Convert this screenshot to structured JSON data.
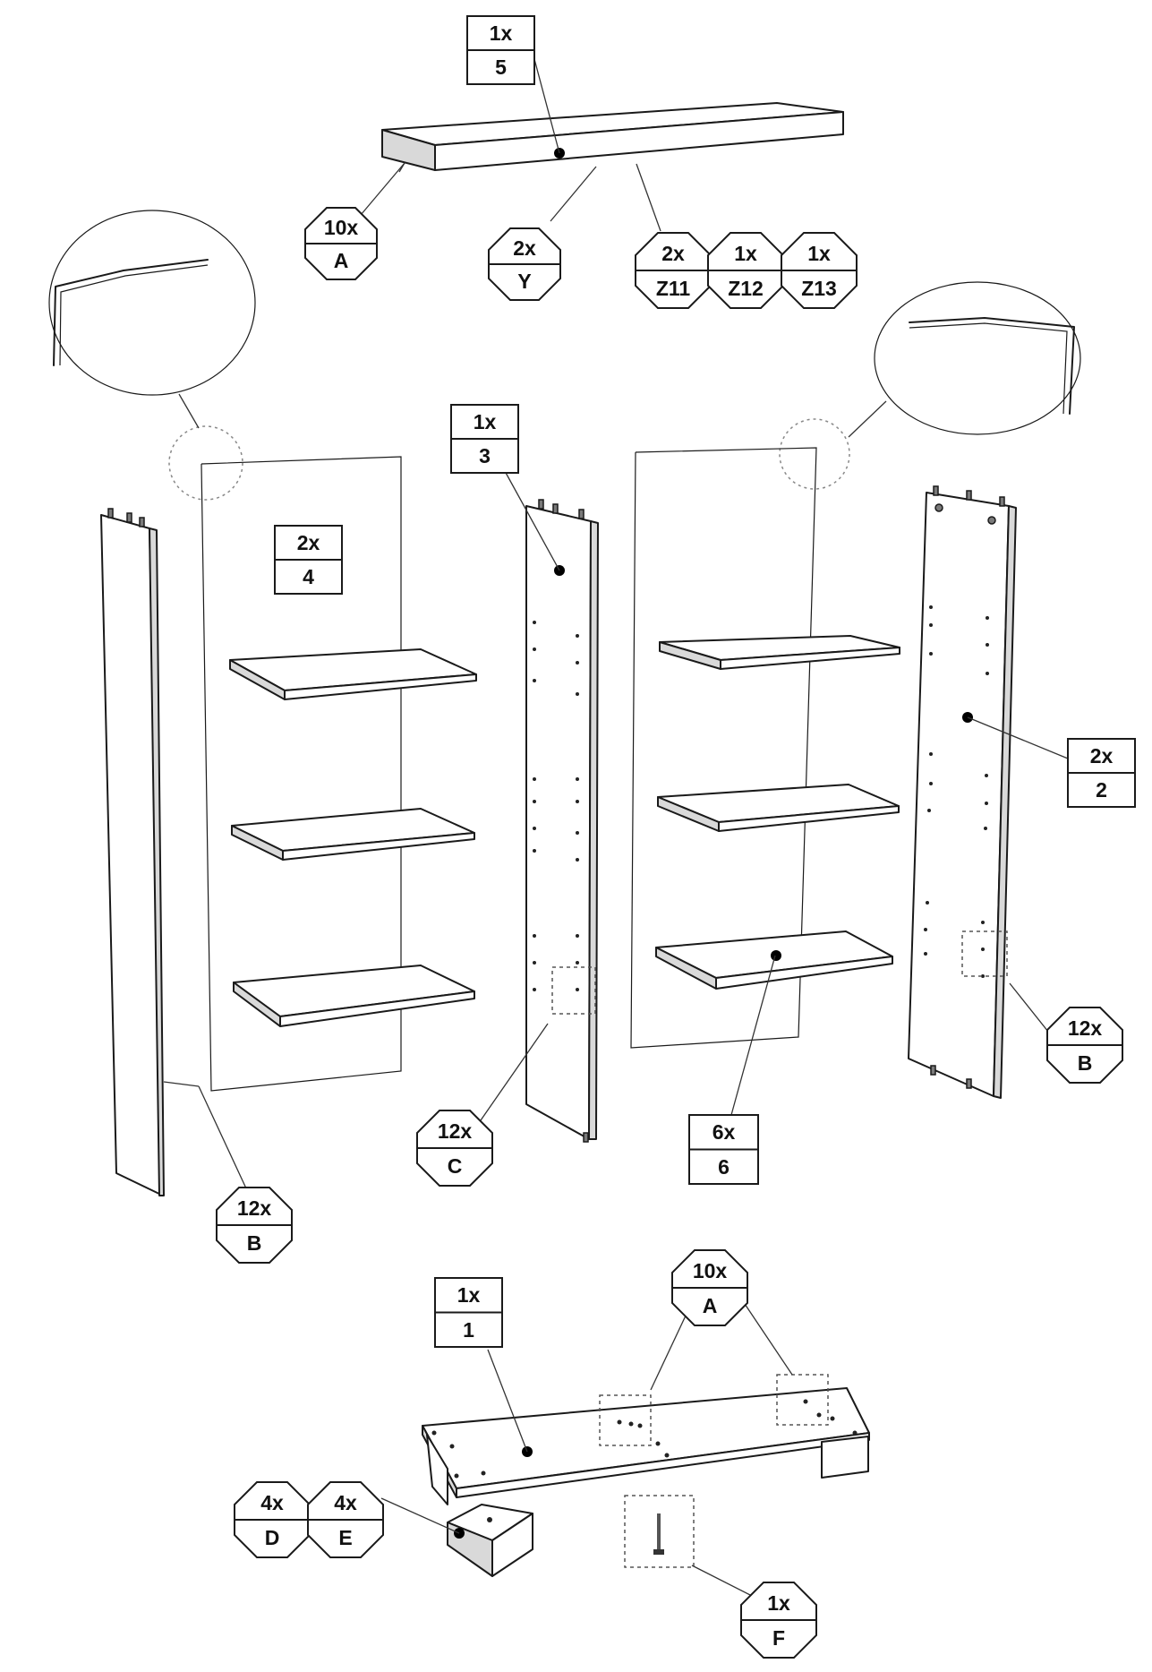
{
  "part_labels": [
    {
      "qty": "1x",
      "code": "5"
    },
    {
      "qty": "1x",
      "code": "3"
    },
    {
      "qty": "2x",
      "code": "4"
    },
    {
      "qty": "2x",
      "code": "2"
    },
    {
      "qty": "6x",
      "code": "6"
    },
    {
      "qty": "1x",
      "code": "1"
    }
  ],
  "hardware_labels": [
    {
      "qty": "10x",
      "code": "A"
    },
    {
      "qty": "2x",
      "code": "Y"
    },
    {
      "qty": "2x",
      "code": "Z11"
    },
    {
      "qty": "1x",
      "code": "Z12"
    },
    {
      "qty": "1x",
      "code": "Z13"
    },
    {
      "qty": "12x",
      "code": "B"
    },
    {
      "qty": "12x",
      "code": "C"
    },
    {
      "qty": "12x",
      "code": "B"
    },
    {
      "qty": "10x",
      "code": "A"
    },
    {
      "qty": "4x",
      "code": "D"
    },
    {
      "qty": "4x",
      "code": "E"
    },
    {
      "qty": "1x",
      "code": "F"
    }
  ]
}
